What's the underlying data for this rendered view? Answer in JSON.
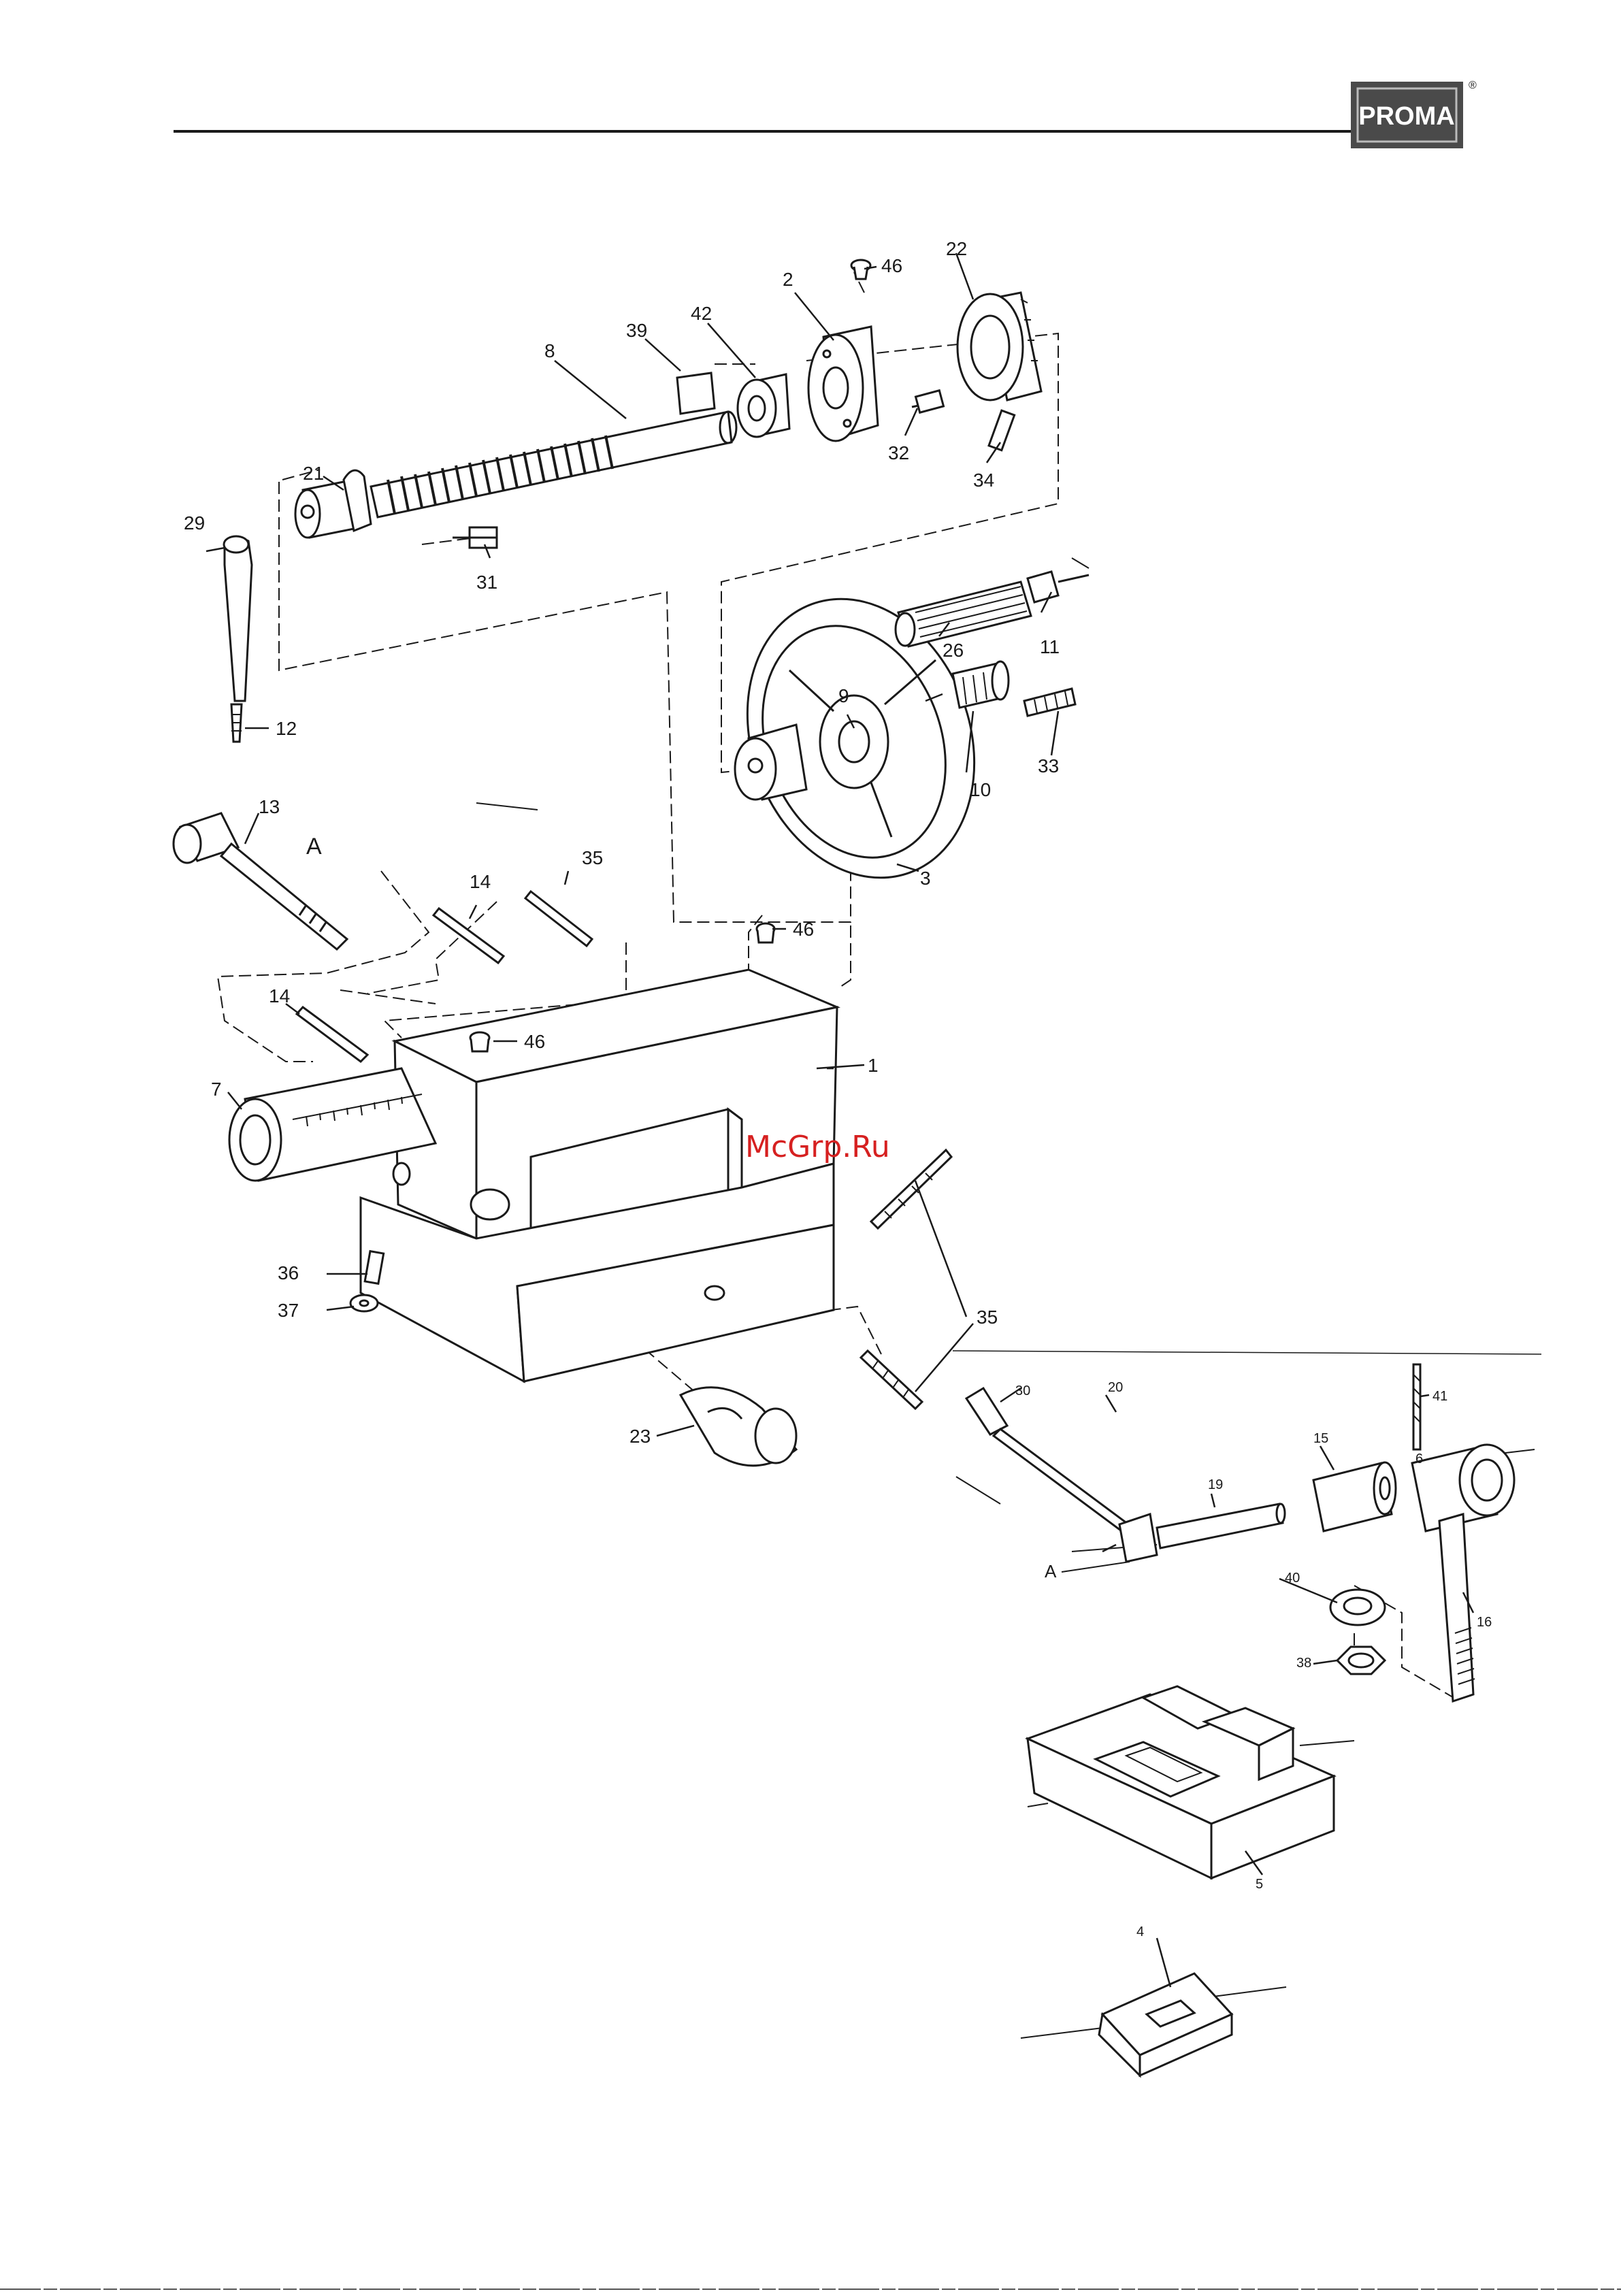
{
  "header": {
    "brand": "PROMA",
    "registered": "®"
  },
  "watermark": "McGrp.Ru",
  "colors": {
    "line": "#1a1a1a",
    "watermark": "#d62020",
    "logo_bg": "#444444"
  },
  "callouts": {
    "c1": "1",
    "c2": "2",
    "c3": "3",
    "c4": "4",
    "c5": "5",
    "c6": "6",
    "c7": "7",
    "c8": "8",
    "c9": "9",
    "c10": "10",
    "c11": "11",
    "c12": "12",
    "c13": "13",
    "c14a": "14",
    "c14b": "14",
    "c15": "15",
    "c16": "16",
    "c19": "19",
    "c20": "20",
    "c21": "21",
    "c22": "22",
    "c23": "23",
    "c26": "26",
    "c29": "29",
    "c30": "30",
    "c31": "31",
    "c32": "32",
    "c33": "33",
    "c34": "34",
    "c35a": "35",
    "c35b": "35",
    "c36": "36",
    "c37": "37",
    "c38": "38",
    "c39": "39",
    "c40": "40",
    "c41": "41",
    "c42": "42",
    "c46a": "46",
    "c46b": "46",
    "c46c": "46",
    "a1": "A",
    "a2": "A"
  }
}
